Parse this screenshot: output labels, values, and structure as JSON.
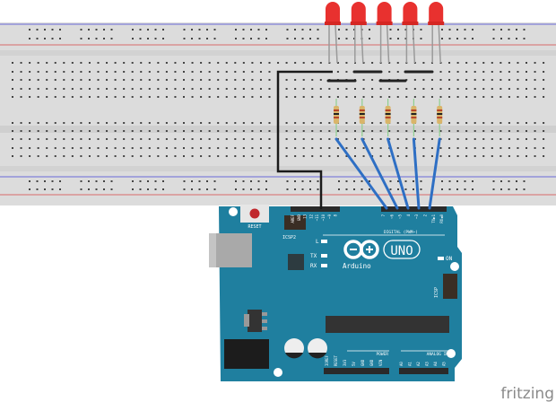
{
  "diagram": {
    "board": {
      "reset_label": "RESET",
      "icsp2_label": "ICSP2",
      "icsp_label": "ICSP",
      "led_l": "L",
      "led_tx": "TX",
      "led_rx": "RX",
      "led_on": "ON",
      "brand": "Arduino",
      "model": "UNO",
      "digital_label": "DIGITAL (PWM~)",
      "power_label": "POWER",
      "analog_label": "ANALOG IN",
      "top_pins_left": [
        "AREF",
        "GND",
        "13",
        "12",
        "~11",
        "~10",
        "~9",
        "8"
      ],
      "top_pins_right": [
        "7",
        "~6",
        "~5",
        "4",
        "~3",
        "2",
        "TX▶1",
        "RX◀0"
      ],
      "power_pins": [
        "IOREF",
        "RESET",
        "3V3",
        "5V",
        "GND",
        "GND",
        "VIN"
      ],
      "analog_pins": [
        "A0",
        "A1",
        "A2",
        "A3",
        "A4",
        "A5"
      ]
    },
    "leds": {
      "count": 5,
      "color": "#e8312f"
    },
    "wires": {
      "signal_color": "#2e6fc4",
      "ground_color": "#1a1a1a"
    },
    "watermark": "fritzing"
  }
}
